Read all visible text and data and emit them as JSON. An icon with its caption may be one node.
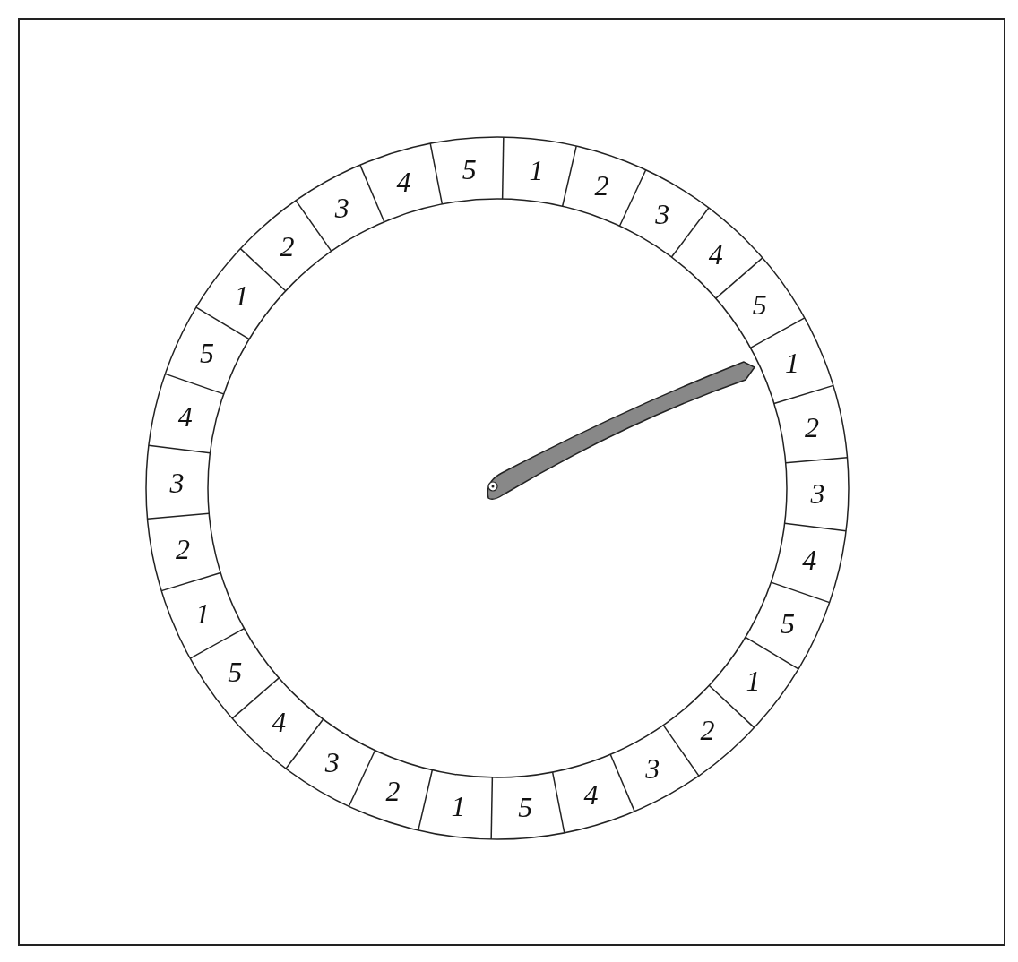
{
  "diagram": {
    "labels": [
      "1",
      "2",
      "3",
      "4",
      "5",
      "1",
      "2",
      "3",
      "4",
      "5",
      "1",
      "2",
      "3",
      "4",
      "5",
      "1",
      "2",
      "3",
      "4",
      "5",
      "1",
      "2",
      "3",
      "4",
      "5",
      "1",
      "2",
      "3",
      "4",
      "5"
    ]
  }
}
